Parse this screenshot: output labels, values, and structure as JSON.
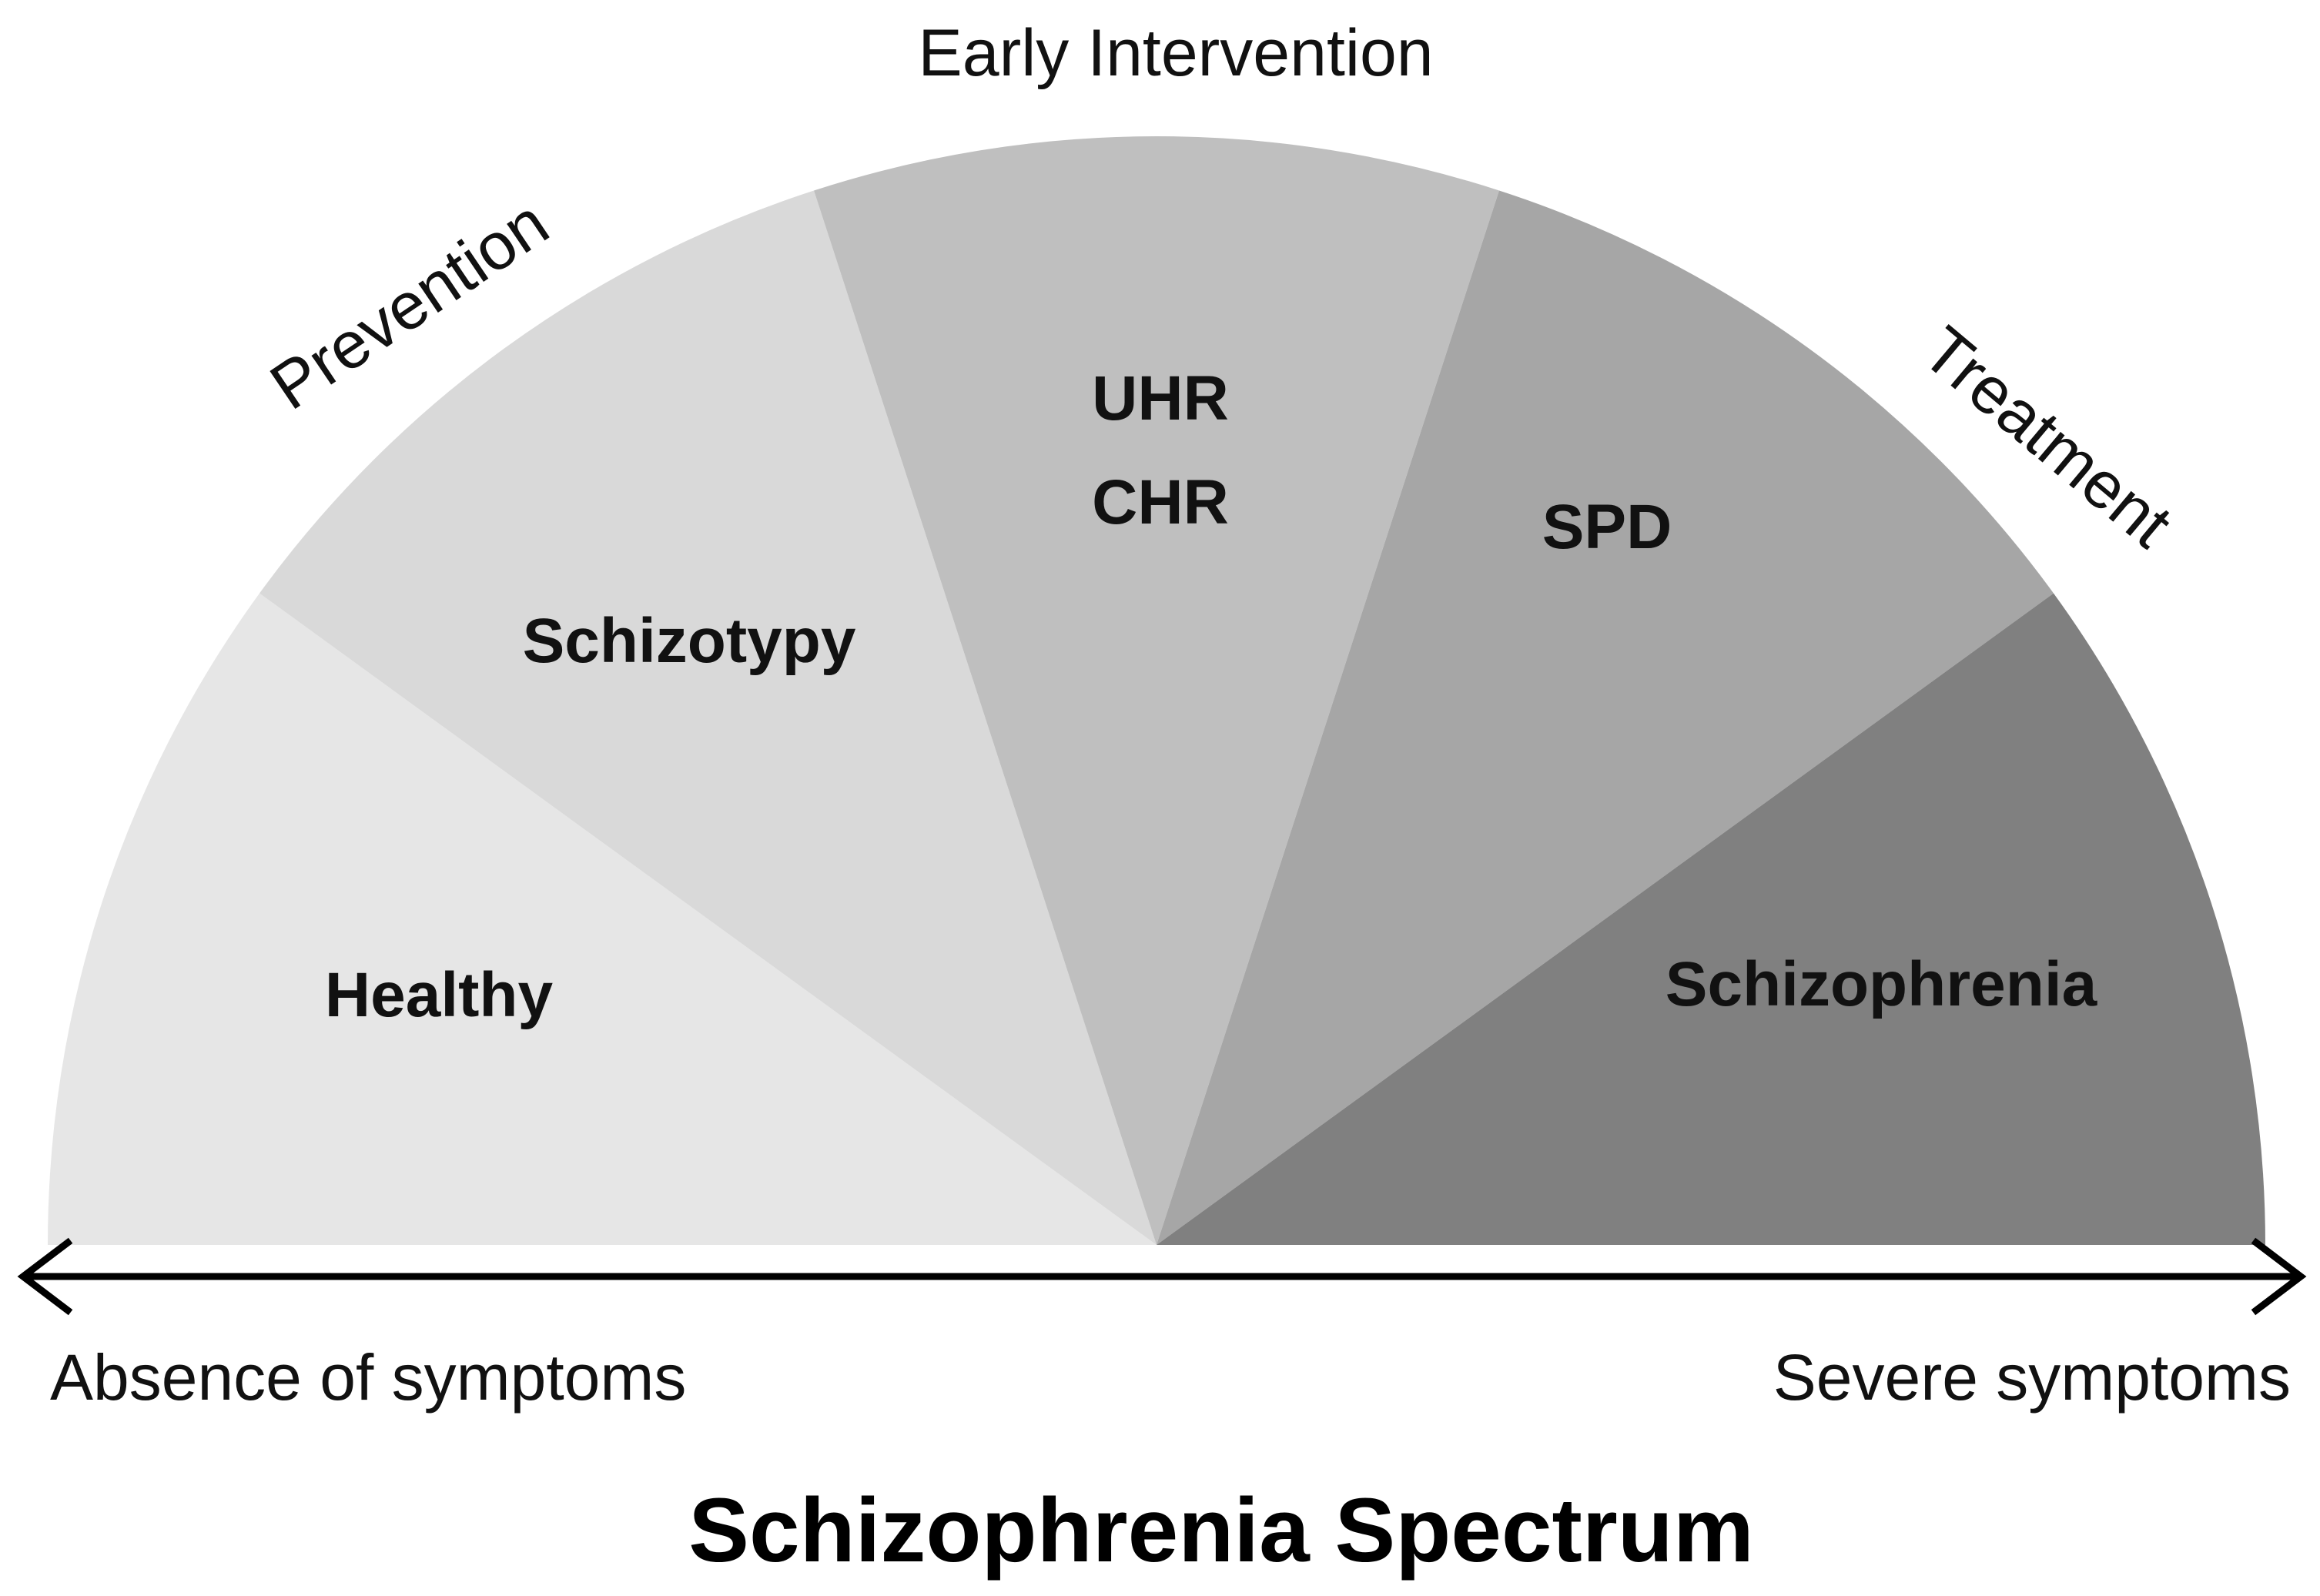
{
  "segments": [
    {
      "label": "Healthy",
      "color": "#e6e6e6"
    },
    {
      "label": "Schizotypy",
      "color": "#d9d9d9"
    },
    {
      "label_line1": "UHR",
      "label_line2": "CHR",
      "color": "#bfbfbf"
    },
    {
      "label": "SPD",
      "color": "#a6a6a6"
    },
    {
      "label": "Schizophrenia",
      "color": "#808080"
    }
  ],
  "phases": {
    "prevention": "Prevention",
    "early_intervention": "Early Intervention",
    "treatment": "Treatment"
  },
  "axis": {
    "left_label": "Absence of symptoms",
    "right_label": "Severe symptoms"
  },
  "title": "Schizophrenia Spectrum"
}
